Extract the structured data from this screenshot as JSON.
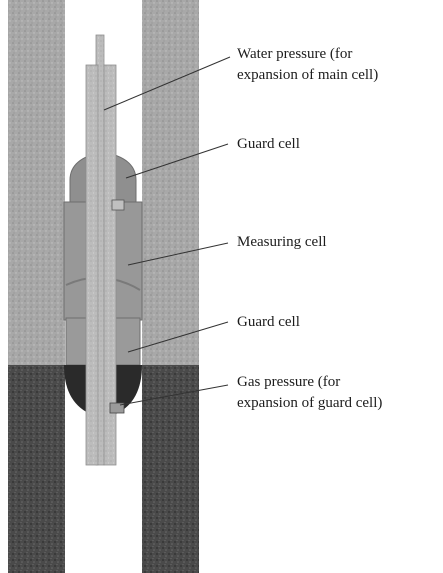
{
  "labels": {
    "water_pressure": {
      "line1": "Water pressure (for",
      "line2": "expansion of main cell)"
    },
    "guard_cell_upper": "Guard cell",
    "measuring_cell": "Measuring cell",
    "guard_cell_lower": "Guard cell",
    "gas_pressure": {
      "line1": "Gas pressure (for",
      "line2": "expansion of guard cell)"
    }
  },
  "colors": {
    "borehole_wall_upper": "#a9a9a9",
    "borehole_wall_lower": "#4a4a4a",
    "probe_body": "#b9b9b9",
    "cell_membrane": "#8c8c8c",
    "guard_cell_lower_fill": "#2a2a2a",
    "tube": "#c8c8c8",
    "leader_line": "#333333"
  }
}
